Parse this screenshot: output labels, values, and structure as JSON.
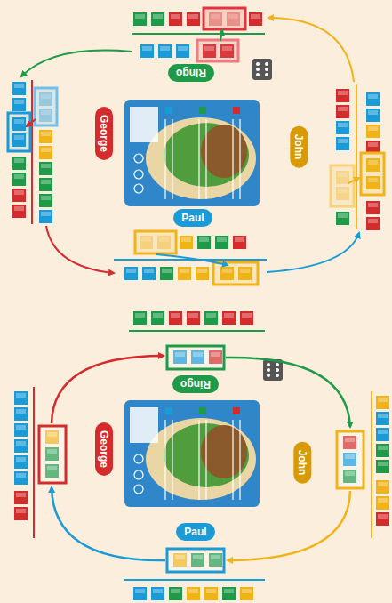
{
  "diagram": {
    "nodes": [
      {
        "text": [
          "Ringo"
        ]
      },
      {
        "text": [
          "George"
        ]
      },
      {
        "text": [
          "John"
        ]
      },
      {
        "text": [
          "Paul"
        ]
      },
      {
        "text": [
          "Ringo"
        ]
      },
      {
        "text": [
          "George"
        ]
      },
      {
        "text": [
          "John"
        ]
      },
      {
        "text": [
          "Paul"
        ]
      }
    ]
  }
}
